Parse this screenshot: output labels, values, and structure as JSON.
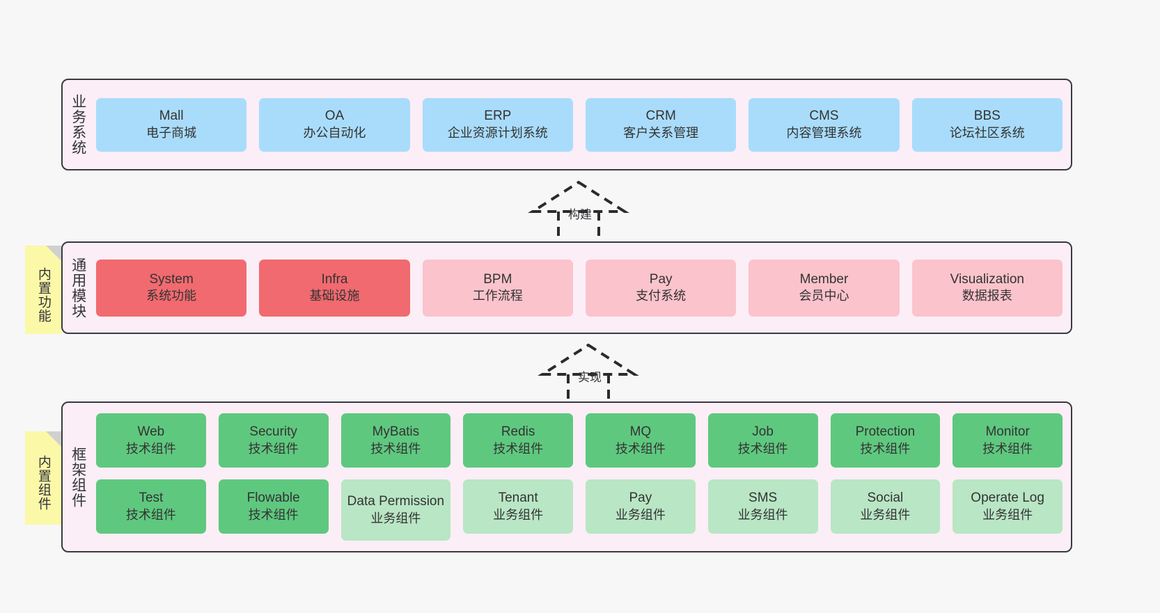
{
  "diagram": {
    "background_color": "#f7f7f7",
    "layers": [
      {
        "id": "business",
        "label": "业务系统",
        "fill": "#fbeef6",
        "border": "#3a3a40",
        "rows": [
          {
            "style": "blue",
            "cards": [
              {
                "title": "Mall",
                "subtitle": "电子商城",
                "color": "#a9dcfb"
              },
              {
                "title": "OA",
                "subtitle": "办公自动化",
                "color": "#a9dcfb"
              },
              {
                "title": "ERP",
                "subtitle": "企业资源计划系统",
                "color": "#a9dcfb"
              },
              {
                "title": "CRM",
                "subtitle": "客户关系管理",
                "color": "#a9dcfb"
              },
              {
                "title": "CMS",
                "subtitle": "内容管理系统",
                "color": "#a9dcfb"
              },
              {
                "title": "BBS",
                "subtitle": "论坛社区系统",
                "color": "#a9dcfb"
              }
            ]
          }
        ]
      },
      {
        "id": "common",
        "label": "通用模块",
        "fill": "#fbeef6",
        "border": "#3a3a40",
        "rows": [
          {
            "style": "mixed",
            "cards": [
              {
                "title": "System",
                "subtitle": "系统功能",
                "color": "#f16a6f"
              },
              {
                "title": "Infra",
                "subtitle": "基础设施",
                "color": "#f16a6f"
              },
              {
                "title": "BPM",
                "subtitle": "工作流程",
                "color": "#fbc3cb"
              },
              {
                "title": "Pay",
                "subtitle": "支付系统",
                "color": "#fbc3cb"
              },
              {
                "title": "Member",
                "subtitle": "会员中心",
                "color": "#fbc3cb"
              },
              {
                "title": "Visualization",
                "subtitle": "数据报表",
                "color": "#fbc3cb"
              }
            ]
          }
        ]
      },
      {
        "id": "framework",
        "label": "框架组件",
        "fill": "#fbeef6",
        "border": "#3a3a40",
        "rows": [
          {
            "style": "tech",
            "cards": [
              {
                "title": "Web",
                "subtitle": "技术组件",
                "color": "#5fc87f"
              },
              {
                "title": "Security",
                "subtitle": "技术组件",
                "color": "#5fc87f"
              },
              {
                "title": "MyBatis",
                "subtitle": "技术组件",
                "color": "#5fc87f"
              },
              {
                "title": "Redis",
                "subtitle": "技术组件",
                "color": "#5fc87f"
              },
              {
                "title": "MQ",
                "subtitle": "技术组件",
                "color": "#5fc87f"
              },
              {
                "title": "Job",
                "subtitle": "技术组件",
                "color": "#5fc87f"
              },
              {
                "title": "Protection",
                "subtitle": "技术组件",
                "color": "#5fc87f"
              },
              {
                "title": "Monitor",
                "subtitle": "技术组件",
                "color": "#5fc87f"
              }
            ]
          },
          {
            "style": "biz",
            "cards": [
              {
                "title": "Test",
                "subtitle": "技术组件",
                "color": "#5fc87f"
              },
              {
                "title": "Flowable",
                "subtitle": "技术组件",
                "color": "#5fc87f"
              },
              {
                "title": "Data Permission",
                "subtitle": "业务组件",
                "color": "#b9e6c5"
              },
              {
                "title": "Tenant",
                "subtitle": "业务组件",
                "color": "#b9e6c5"
              },
              {
                "title": "Pay",
                "subtitle": "业务组件",
                "color": "#b9e6c5"
              },
              {
                "title": "SMS",
                "subtitle": "业务组件",
                "color": "#b9e6c5"
              },
              {
                "title": "Social",
                "subtitle": "业务组件",
                "color": "#b9e6c5"
              },
              {
                "title": "Operate Log",
                "subtitle": "业务组件",
                "color": "#b9e6c5"
              }
            ]
          }
        ]
      }
    ],
    "connectors": [
      {
        "id": "build",
        "label": "构建",
        "from": "common",
        "to": "business",
        "style": "dashed-generalization"
      },
      {
        "id": "impl",
        "label": "实现",
        "from": "framework",
        "to": "common",
        "style": "dashed-generalization"
      }
    ],
    "notes": [
      {
        "id": "features",
        "text": "内置功能",
        "color": "#fbf8a8",
        "fold_color": "#d0d0d0"
      },
      {
        "id": "components",
        "text": "内置组件",
        "color": "#fbf8a8",
        "fold_color": "#d0d0d0"
      }
    ]
  }
}
